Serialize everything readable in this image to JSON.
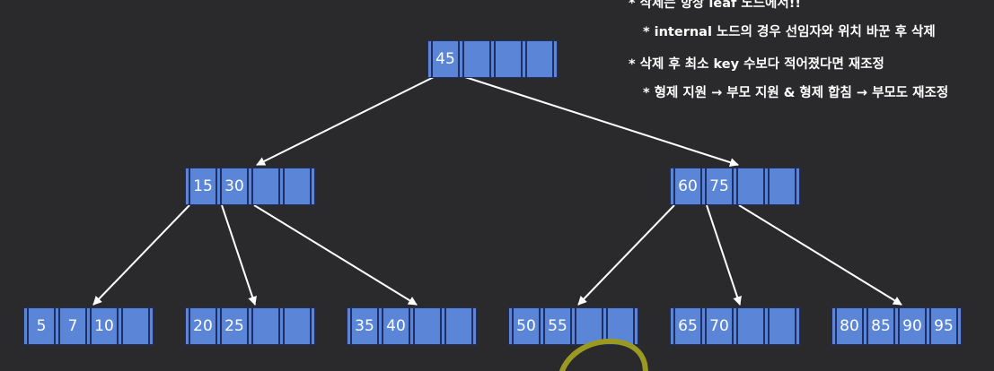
{
  "colors": {
    "background": "#2a2a2c",
    "node_fill": "#5b86d8",
    "node_border": "#1d2f66",
    "edge": "#ffffff",
    "annotation_circle": "#9a9a23"
  },
  "notes": [
    "* 삭제는 항상 leaf 노드에서!!",
    "* internal 노드의 경우 선임자와 위치 바꾼 후 삭제",
    "* 삭제 후 최소 key 수보다 적어졌다면 재조정",
    "* 형제 지원 → 부모 지원 & 형제 합침 → 부모도 재조정"
  ],
  "tree": {
    "root": {
      "keys": [
        "45",
        "",
        "",
        ""
      ]
    },
    "internal": [
      {
        "keys": [
          "15",
          "30",
          "",
          ""
        ]
      },
      {
        "keys": [
          "60",
          "75",
          "",
          ""
        ]
      }
    ],
    "leaves": [
      {
        "keys": [
          "5",
          "7",
          "10",
          ""
        ]
      },
      {
        "keys": [
          "20",
          "25",
          "",
          ""
        ]
      },
      {
        "keys": [
          "35",
          "40",
          "",
          ""
        ]
      },
      {
        "keys": [
          "50",
          "55",
          "",
          ""
        ]
      },
      {
        "keys": [
          "65",
          "70",
          "",
          ""
        ]
      },
      {
        "keys": [
          "80",
          "85",
          "90",
          "95"
        ]
      }
    ]
  }
}
